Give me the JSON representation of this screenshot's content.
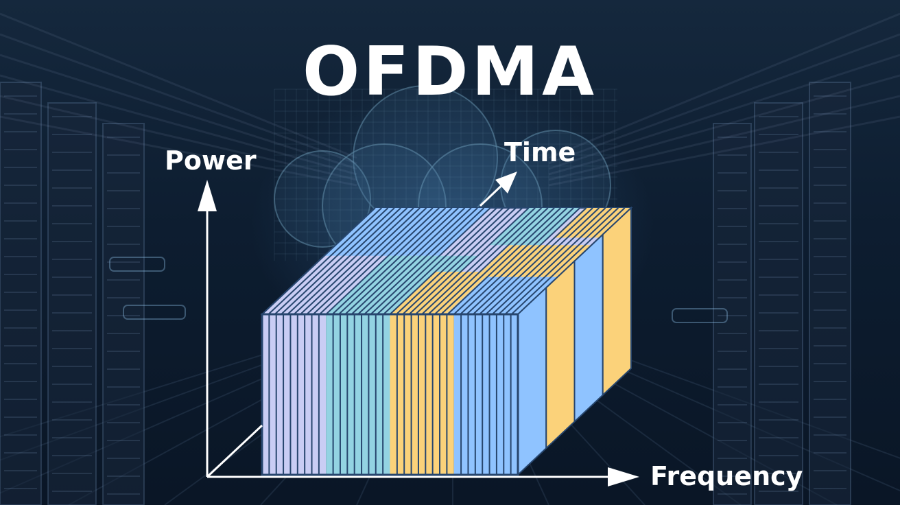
{
  "title": "OFDMA",
  "axes": {
    "power": "Power",
    "time": "Time",
    "frequency": "Frequency"
  },
  "colors": {
    "lavender": "#c9cdf4",
    "teal": "#93d3e2",
    "yellow": "#fbd27a",
    "blue": "#8fc3ff",
    "outline": "#27466e",
    "axis": "#ffffff"
  },
  "resource_blocks": {
    "front_bands": [
      "lavender",
      "teal",
      "yellow",
      "blue"
    ],
    "side_bands": [
      "blue",
      "yellow",
      "blue",
      "yellow"
    ]
  }
}
